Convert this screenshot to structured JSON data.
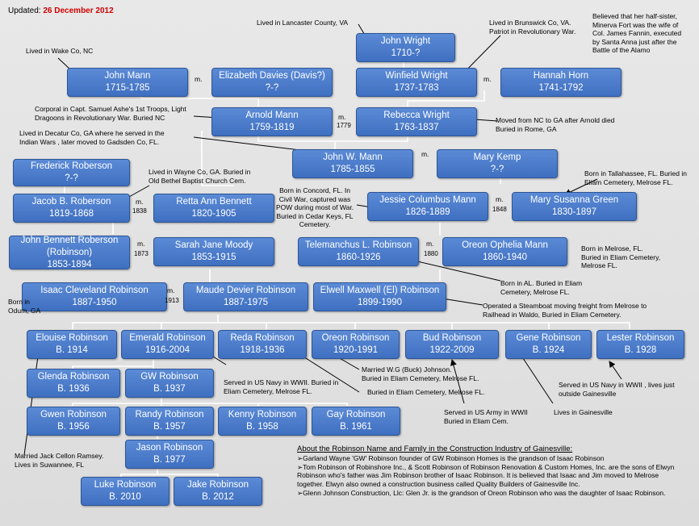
{
  "updated": {
    "label": "Updated:",
    "date": "26 December 2012"
  },
  "people": {
    "john_wright": {
      "name": "John Wright",
      "years": "1710-?"
    },
    "john_mann": {
      "name": "John Mann",
      "years": "1715-1785"
    },
    "elizabeth_davies": {
      "name": "Elizabeth Davies (Davis?)",
      "years": "?-?"
    },
    "winfield_wright": {
      "name": "Winfield Wright",
      "years": "1737-1783"
    },
    "hannah_horn": {
      "name": "Hannah Horn",
      "years": "1741-1792"
    },
    "arnold_mann": {
      "name": "Arnold Mann",
      "years": "1759-1819"
    },
    "rebecca_wright": {
      "name": "Rebecca Wright",
      "years": "1763-1837"
    },
    "john_w_mann": {
      "name": "John W. Mann",
      "years": "1785-1855"
    },
    "mary_kemp": {
      "name": "Mary Kemp",
      "years": "?-?"
    },
    "frederick_roberson": {
      "name": "Frederick Roberson",
      "years": "?-?"
    },
    "jacob_roberson": {
      "name": "Jacob B. Roberson",
      "years": "1819-1868"
    },
    "retta_bennett": {
      "name": "Retta Ann Bennett",
      "years": "1820-1905"
    },
    "jessie_mann": {
      "name": "Jessie Columbus Mann",
      "years": "1826-1889"
    },
    "mary_green": {
      "name": "Mary Susanna Green",
      "years": "1830-1897"
    },
    "john_bennett_roberson": {
      "name": "John Bennett Roberson",
      "name2": "(Robinson)",
      "years": "1853-1894"
    },
    "sarah_moody": {
      "name": "Sarah Jane Moody",
      "years": "1853-1915"
    },
    "telemanchus": {
      "name": "Telemanchus L. Robinson",
      "years": "1860-1926"
    },
    "oreon_ophelia": {
      "name": "Oreon Ophelia Mann",
      "years": "1860-1940"
    },
    "isaac": {
      "name": "Isaac Cleveland Robinson",
      "years": "1887-1950"
    },
    "maude": {
      "name": "Maude Devier Robinson",
      "years": "1887-1975"
    },
    "elwell": {
      "name": "Elwell Maxwell (El) Robinson",
      "years": "1899-1990"
    },
    "elouise": {
      "name": "Elouise Robinson",
      "years": "B. 1914"
    },
    "emerald": {
      "name": "Emerald Robinson",
      "years": "1916-2004"
    },
    "reda": {
      "name": "Reda Robinson",
      "years": "1918-1936"
    },
    "oreon": {
      "name": "Oreon Robinson",
      "years": "1920-1991"
    },
    "bud": {
      "name": "Bud Robinson",
      "years": "1922-2009"
    },
    "gene": {
      "name": "Gene Robinson",
      "years": "B. 1924"
    },
    "lester": {
      "name": "Lester Robinson",
      "years": "B. 1928"
    },
    "glenda": {
      "name": "Glenda Robinson",
      "years": "B. 1936"
    },
    "gw": {
      "name": "GW Robinson",
      "years": "B. 1937"
    },
    "gwen": {
      "name": "Gwen Robinson",
      "years": "B. 1956"
    },
    "randy": {
      "name": "Randy Robinson",
      "years": "B. 1957"
    },
    "kenny": {
      "name": "Kenny Robinson",
      "years": "B. 1958"
    },
    "gay": {
      "name": "Gay Robinson",
      "years": "B. 1961"
    },
    "jason": {
      "name": "Jason Robinson",
      "years": "B. 1977"
    },
    "luke": {
      "name": "Luke Robinson",
      "years": "B. 2010"
    },
    "jake": {
      "name": "Jake Robinson",
      "years": "B. 2012"
    }
  },
  "marriages": {
    "m1": "m.",
    "m2": "m.",
    "m3": "m.",
    "m3_year": "1779",
    "m4": "m.",
    "m5": "m.",
    "m5_year": "1838",
    "m6": "m.",
    "m6_year": "1848",
    "m7": "m.",
    "m7_year": "1873",
    "m8": "m.",
    "m8_year": "1880",
    "m9": "m.",
    "m9_year": "1913"
  },
  "notes": {
    "lancaster": "Lived in Lancaster County, VA",
    "brunswick": "Lived in Brunswick Co, VA.\nPatriot in Revolutionary War.",
    "halfsister": "Believed that her half-sister,\nMinerva Fort was the wife of\nCol. James Fannin, executed\nby Santa Anna just after the\nBattle of the Alamo",
    "wake": "Lived in Wake Co, NC",
    "corporal": "Corporal in Capt. Samuel Ashe's 1st Troops, Light\nDragoons in Revolutionary War. Buried NC",
    "moved": "Moved from NC to GA after Arnold died\nBuried in Rome, GA",
    "decatur": "Lived in Decatur Co, GA where he served in the\nIndian Wars , later moved to Gadsden Co, FL.",
    "wayne": "Lived in Wayne Co, GA. Buried in\nOld Bethel Baptist Church Cem.",
    "concord": "Born in Concord, FL. In\nCivil War, captured was\nPOW during most of War.\nBuried in Cedar Keys, FL\nCemetery.",
    "tallahassee": "Born in Tallahassee, FL. Buried in\nEliam Cemetery, Melrose FL.",
    "melrose": "Born in Melrose, FL.\nBuried in Eliam Cemetery,\nMelrose FL.",
    "born_al": "Born in AL. Buried in Eliam\nCemetery, Melrose FL.",
    "odum": "Born in\nOdum, GA",
    "steamboat": "Operated a Steamboat moving freight from Melrose to\nRailhead in Waldo, Buried in Eliam Cemetery.",
    "navy_emerald": "Served in US Navy in WWII. Buried in\nEliam Cemetery, Melrose FL.",
    "married_wg": "Married W.G (Buck) Johnson.\nBuried in Eliam Cemetery, Melrose FL.",
    "reda_buried": "Buried in Eliam Cemetery, Melrose FL.",
    "army": "Served in US Army in WWII\nBuried in Eliam Cem.",
    "gainesville": "Lives in Gainesville",
    "navy_lester": "Served in US Navy in WWII , lives just\noutside Gainesville",
    "ramsey": "Married Jack Cellon Ramsey.\nLives in Suwannee, FL"
  },
  "about": {
    "title": "About the Robinson Name and Family in the Construction Industry of Gainesville:",
    "lines": [
      "➢Garland Wayne 'GW' Robinson founder of GW Robinson Homes is the grandson of Isaac Robinson",
      "➢Tom Robinson of Robinshore Inc., & Scott Robinson of Robinson Renovation & Custom Homes, Inc. are the sons of Elwyn Robinson who's father was Jim Robinson brother of Isaac Robinson.  It is believed that Isaac and Jim moved to Melrose together.  Elwyn also owned a construction business called Quality Builders of Gainesville Inc.",
      "➢Glenn Johnson Construction, Llc: Glen Jr. is the grandson of Oreon Robinson who was the daughter of Isaac Robinson."
    ]
  },
  "colors": {
    "box": "#4a7bcb",
    "date": "#d00000"
  }
}
